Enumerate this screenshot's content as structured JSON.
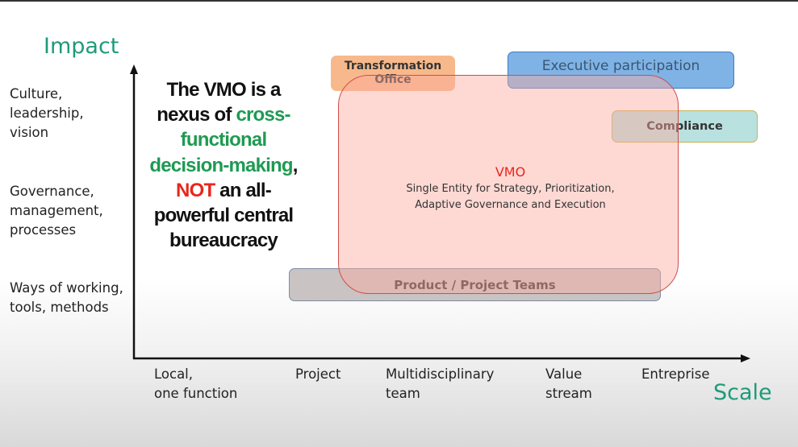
{
  "y_axis": {
    "title": "Impact",
    "levels": [
      "Culture,\nleadership,\nvision",
      "Governance,\nmanagement,\nprocesses",
      "Ways of working,\ntools, methods"
    ]
  },
  "x_axis": {
    "title": "Scale",
    "levels": [
      "Local,\none function",
      "Project",
      "Multidisciplinary\nteam",
      "Value\nstream",
      "Entreprise"
    ]
  },
  "statement": {
    "part1": "The VMO is a nexus of ",
    "green": "cross-functional decision-making",
    "comma": ", ",
    "red": "NOT",
    "part2": " an all-powerful central bureaucracy"
  },
  "boxes": {
    "transformation_office": "Transformation Office",
    "executive_participation": "Executive participation",
    "compliance": "Compliance",
    "product_teams": "Product / Project Teams",
    "vmo_title": "VMO",
    "vmo_desc": "Single Entity for Strategy, Prioritization, Adaptive Governance and Execution"
  },
  "colors": {
    "accent_teal": "#1f9a7a",
    "green": "#1e9a52",
    "red": "#e8261c"
  }
}
